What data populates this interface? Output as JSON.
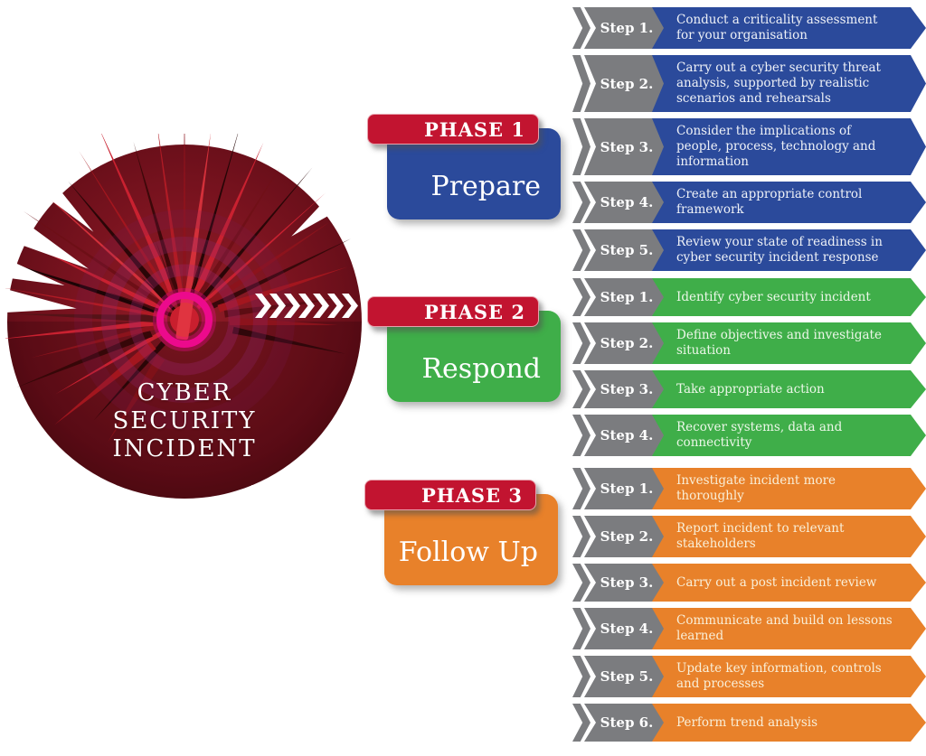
{
  "incident_label": {
    "lines": [
      "CYBER",
      "SECURITY",
      "INCIDENT"
    ]
  },
  "colors": {
    "phase_header_red": "#c21430",
    "blue": "#2b4a9b",
    "green": "#3fae49",
    "orange": "#e8812a",
    "gray": "#7b7c7f",
    "magenta_ring": "#ec0a8c",
    "circle_dark_red": "#6a0f1a"
  },
  "phases": [
    {
      "label": "PHASE 1",
      "name": "Prepare",
      "color": "#2b4a9b",
      "text_color": "#eef1f7",
      "steps": [
        {
          "label": "Step 1.",
          "text": "Conduct a criticality assessment for your organisation"
        },
        {
          "label": "Step 2.",
          "text": "Carry out a cyber security threat analysis, supported by realistic scenarios and rehearsals"
        },
        {
          "label": "Step 3.",
          "text": "Consider the implications of people, process, technology and information"
        },
        {
          "label": "Step 4.",
          "text": "Create an appropriate control framework"
        },
        {
          "label": "Step 5.",
          "text": "Review your state of readiness in cyber security incident response"
        }
      ]
    },
    {
      "label": "PHASE 2",
      "name": "Respond",
      "color": "#3fae49",
      "text_color": "#ecf7e8",
      "steps": [
        {
          "label": "Step 1.",
          "text": "Identify cyber security incident"
        },
        {
          "label": "Step 2.",
          "text": "Define objectives and investigate situation"
        },
        {
          "label": "Step 3.",
          "text": "Take appropriate action"
        },
        {
          "label": "Step 4.",
          "text": "Recover systems, data and connectivity"
        }
      ]
    },
    {
      "label": "PHASE 3",
      "name": "Follow Up",
      "color": "#e8812a",
      "text_color": "#f9efd8",
      "steps": [
        {
          "label": "Step 1.",
          "text": "Investigate incident more thoroughly"
        },
        {
          "label": "Step 2.",
          "text": "Report incident to relevant stakeholders"
        },
        {
          "label": "Step 3.",
          "text": "Carry out a post incident review"
        },
        {
          "label": "Step 4.",
          "text": "Communicate and build on lessons learned"
        },
        {
          "label": "Step 5.",
          "text": "Update key information, controls and processes"
        },
        {
          "label": "Step 6.",
          "text": "Perform trend analysis"
        }
      ]
    }
  ]
}
